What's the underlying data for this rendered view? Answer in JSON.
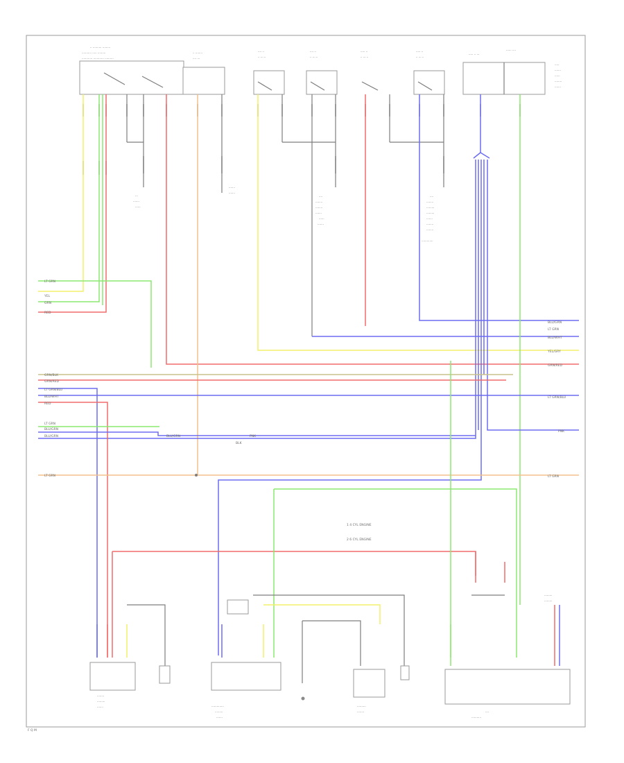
{
  "diagram": {
    "legend": {
      "line1": "1  4 CYL ENGINE",
      "line2": "2  6 CYL ENGINE"
    },
    "bottom_left_code": "F Q M",
    "right_labels": [
      "BLU/GRN",
      "LT GRN",
      "BLU/WHT",
      "YEL/GRY",
      "GRN/RED",
      "LT GRN/BLU",
      "PNK",
      "LT GRN"
    ],
    "left_labels": [
      "LT GRN",
      "YEL",
      "GRN",
      "RED",
      "GRN/BLK",
      "GRN/RED",
      "LT GRN/BLU",
      "BLU/WHT",
      "RED",
      "LT GRN",
      "BLU/GRN",
      "BLU/GRN",
      "LT GRN"
    ],
    "mid_labels": {
      "blu_grn": "BLU/GRN",
      "pnk": "PNK",
      "blk": "BLK"
    }
  },
  "colors": {
    "wire_yellow": "#f2f06a",
    "wire_green": "#8be86f",
    "wire_red": "#f26b6b",
    "wire_blue": "#6b6bf2",
    "wire_orange": "#f2c08b",
    "wire_olive": "#c9c28a",
    "line_gray": "#7d7d7d"
  }
}
